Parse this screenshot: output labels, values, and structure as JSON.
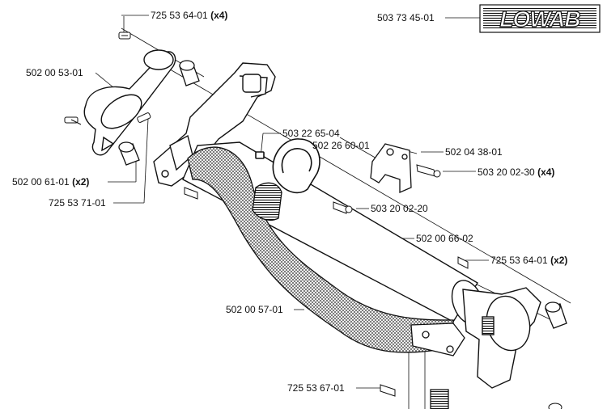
{
  "logo": {
    "text": "LOWAB"
  },
  "parts": [
    {
      "number": "725 53 64-01",
      "qty": "(x4)"
    },
    {
      "number": "503 73 45-01",
      "qty": ""
    },
    {
      "number": "502 00 53-01",
      "qty": ""
    },
    {
      "number": "503 22 65-04",
      "qty": ""
    },
    {
      "number": "502 26 60-01",
      "qty": ""
    },
    {
      "number": "502 04 38-01",
      "qty": ""
    },
    {
      "number": "503 20 02-30",
      "qty": "(x4)"
    },
    {
      "number": "502 00 61-01",
      "qty": "(x2)"
    },
    {
      "number": "725 53 71-01",
      "qty": ""
    },
    {
      "number": "503 20 02-20",
      "qty": ""
    },
    {
      "number": "502 00 66-02",
      "qty": ""
    },
    {
      "number": "725 53 64-01",
      "qty": "(x2)"
    },
    {
      "number": "502 00 57-01",
      "qty": ""
    },
    {
      "number": "725 53 67-01",
      "qty": ""
    }
  ]
}
